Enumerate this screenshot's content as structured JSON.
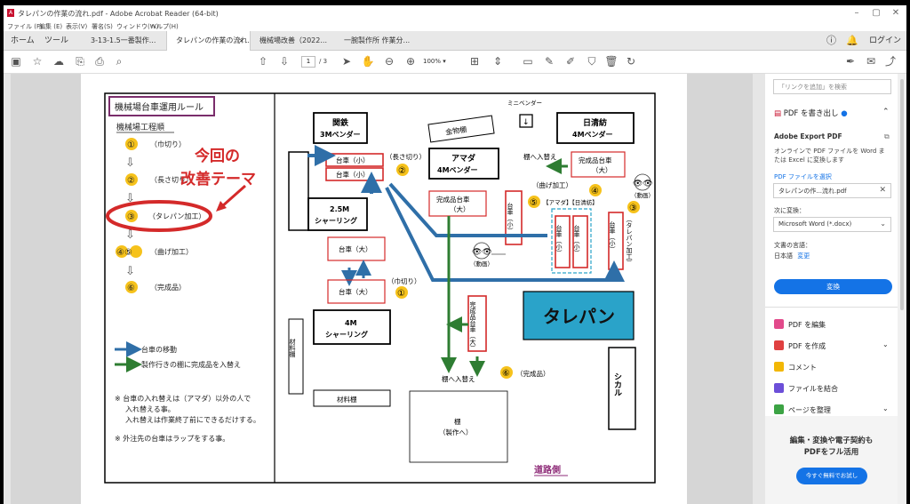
{
  "window": {
    "title": "タレパンの作業の流れ.pdf - Adobe Acrobat Reader (64-bit)"
  },
  "menu": [
    "ファイル (F)",
    "編集 (E)",
    "表示(V)",
    "署名(S)",
    "ウィンドウ(W)",
    "ヘルプ(H)"
  ],
  "nav": {
    "home": "ホーム",
    "tools": "ツール",
    "login": "ログイン"
  },
  "tabs": [
    "3-13-1.5一番製作...",
    "タレパンの作業の流れ...",
    "機械場改善（2022...",
    "一腕製作所 作業分..."
  ],
  "toolbar": {
    "page_current": "1",
    "page_total": "/ 3",
    "zoom": "100%"
  },
  "doc": {
    "rule_title": "機械場台車運用ルール",
    "process_title": "機械場工程順",
    "steps": [
      {
        "num": "①",
        "label": "（巾切り）"
      },
      {
        "num": "②",
        "label": "（長さ切り）"
      },
      {
        "num": "③",
        "label": "（タレパン加工）"
      },
      {
        "num": "④⑤",
        "label": "（曲げ加工）"
      },
      {
        "num": "⑥",
        "label": "（完成品）"
      }
    ],
    "kaizen_line1": "今回の",
    "kaizen_line2": "改善テーマ",
    "legend_move": "台車の移動",
    "legend_shelf": "製作行きの棚に完成品を入替え",
    "note1_a": "※ 台車の入れ替えは（アマダ）以外の人で",
    "note1_b": "入れ替える事。",
    "note1_c": "入れ替えは作業終了前にできるだけする。",
    "note2": "※ 外注先の台車はラップをする事。",
    "kantetsu_a": "関鉄",
    "kantetsu_b": "3Mベンダー",
    "kinbutsu": "金物棚",
    "mini_bender": "ミニベンダー",
    "nisshin_a": "日清紡",
    "nisshin_b": "4Mベンダー",
    "cart_small": "台車（小）",
    "nagasa": "（長さ切り）",
    "amada_a": "アマダ",
    "amada_b": "4Mベンダー",
    "shelf_swap": "棚へ入替え",
    "finished_cart_big_a": "完成品台車",
    "finished_cart_big_b": "（大）",
    "shearing25_a": "2.5M",
    "shearing25_b": "シャーリング",
    "cart_big": "台車（大）",
    "habagiri": "（巾切り）",
    "mage": "（曲げ加工）",
    "amada_nisshin": "【アマダ】【日清紡】",
    "douga": "（動画）",
    "cart_small_v": "台車（小）",
    "tarepan_kakou_v": "（タレパン加工）",
    "shearing4_a": "4M",
    "shearing4_b": "シャーリング",
    "zairyou_v": "材料棚",
    "zairyou": "材料棚",
    "fin_cart_v": "完成品台車（大）",
    "kanseihin": "（完成品）",
    "tarepan": "タレパン",
    "shikaru": "シカル",
    "tana_a": "棚",
    "tana_b": "（製作へ）",
    "road": "道路側",
    "num1": "①",
    "num2": "②",
    "num3": "③",
    "num4": "④",
    "num5": "⑤",
    "num6": "⑥"
  },
  "panel": {
    "search_placeholder": "「リンクを追加」を検索",
    "export_title": "PDF を書き出し",
    "export_app": "Adobe Export PDF",
    "export_desc": "オンラインで PDF ファイルを Word または Excel に変換します",
    "select_file": "PDF ファイルを選択",
    "file_name": "タレパンの作...流れ.pdf",
    "convert_to": "次に変換：",
    "format": "Microsoft Word (*.docx)",
    "doc_lang_label": "文書の言語：",
    "doc_lang": "日本語",
    "doc_lang_change": "変更",
    "convert_btn": "変換",
    "tools": [
      "PDF を編集",
      "PDF を作成",
      "コメント",
      "ファイルを結合",
      "ページを整理"
    ],
    "promo_line1": "編集・変換や電子契約も",
    "promo_line2": "PDFをフル活用",
    "promo_btn": "今すぐ無料でお試し"
  },
  "colors": {
    "blue_arrow": "#2f6fa8",
    "green_arrow": "#2e7d32",
    "red": "#d42a2a",
    "tarepan_fill": "#2aa3c9",
    "accent": "#1473e6"
  }
}
